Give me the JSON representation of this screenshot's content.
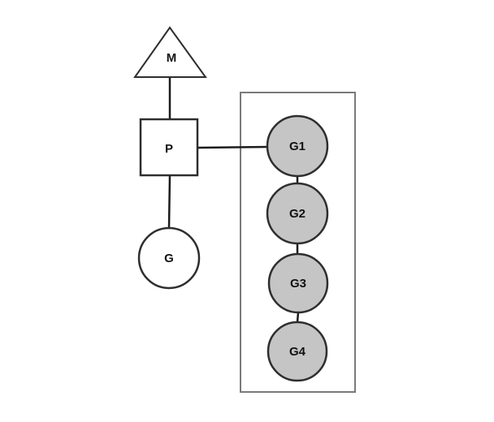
{
  "diagram": {
    "nodes": {
      "m": {
        "label": "M"
      },
      "p": {
        "label": "P"
      },
      "g": {
        "label": "G"
      },
      "g1": {
        "label": "G1"
      },
      "g2": {
        "label": "G2"
      },
      "g3": {
        "label": "G3"
      },
      "g4": {
        "label": "G4"
      }
    },
    "colors": {
      "background": "#ffffff",
      "white_fill": "#ffffff",
      "gray_fill": "#c5c5c5",
      "shape_stroke": "#2e2e2e",
      "connector_stroke": "#1c1c1c",
      "group_border": "#7a7a7a",
      "label_color": "#111111"
    }
  }
}
